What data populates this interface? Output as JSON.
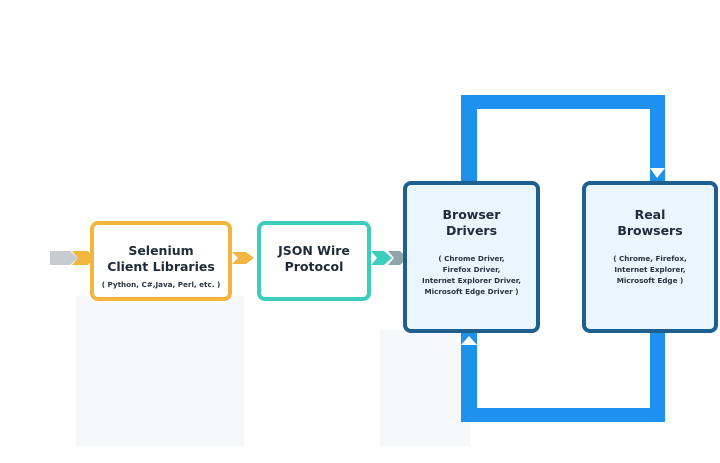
{
  "colors": {
    "selenium_border": "#f2b53d",
    "json_border": "#3ccdbd",
    "node_border": "#1d5f8f",
    "node_fill": "#eaf5fd",
    "loop": "#1e90ee",
    "input_arrow": "#c7ccd1",
    "output_arrow": "#8fa5aa"
  },
  "nodes": {
    "selenium": {
      "title": "Selenium\nClient Libraries",
      "subtitle": "( Python, C#,Java, Perl, etc. )"
    },
    "json_wire": {
      "title": "JSON Wire\nProtocol"
    },
    "browser_drivers": {
      "title": "Browser\nDrivers",
      "subtitle": "( Chrome Driver,\nFirefox Driver,\nInternet Explorer Driver,\nMicrosoft Edge Driver )"
    },
    "real_browsers": {
      "title": "Real\nBrowsers",
      "subtitle": "( Chrome, Firefox,\nInternet Explorer,\nMicrosoft Edge )"
    }
  }
}
